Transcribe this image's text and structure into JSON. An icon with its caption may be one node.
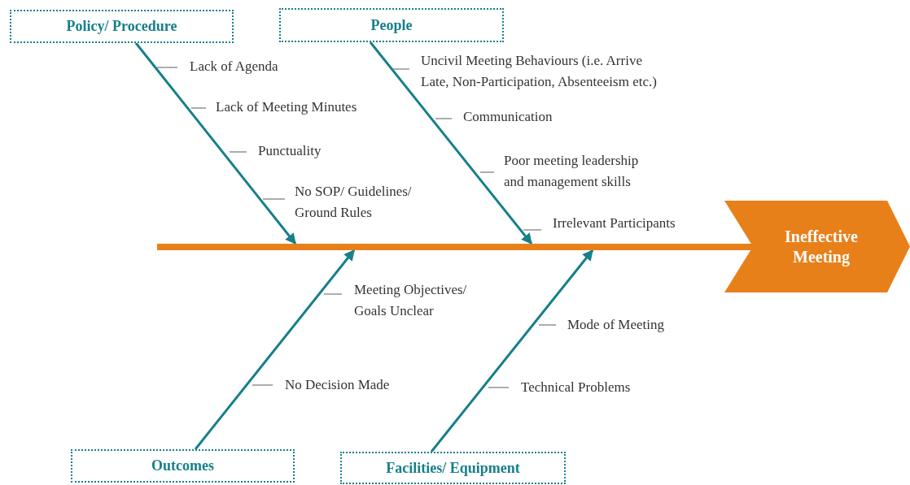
{
  "diagram": {
    "nodes": [
      {
        "text": [
          "Policy/ Procedure"
        ]
      },
      {
        "text": [
          "People"
        ]
      },
      {
        "text": [],
        "shape": "bar"
      },
      {
        "text": [
          "Ineffective Meeting"
        ]
      },
      {
        "text": [
          "Outcomes"
        ]
      },
      {
        "text": [
          "Facilities/ Equipment"
        ]
      }
    ],
    "edges": [
      {
        "from": 0,
        "to": 2,
        "arrow": "to"
      },
      {
        "from": 1,
        "to": 2,
        "arrow": "to"
      },
      {
        "from": 4,
        "to": 2,
        "arrow": "to"
      },
      {
        "from": 5,
        "to": 2,
        "arrow": "to"
      }
    ],
    "labels": [
      "Lack of Agenda",
      "Lack of Meeting Minutes",
      "Punctuality",
      "No SOP/ Guidelines/ Ground Rules",
      "Uncivil Meeting Behaviours (i.e. Arrive Late, Non-Participation, Absenteeism etc.)",
      "Communication",
      "Poor meeting leadership and management skills",
      "Irrelevant Participants",
      "Meeting Objectives/ Goals Unclear",
      "No Decision Made",
      "Mode of Meeting",
      "Technical Problems"
    ]
  }
}
